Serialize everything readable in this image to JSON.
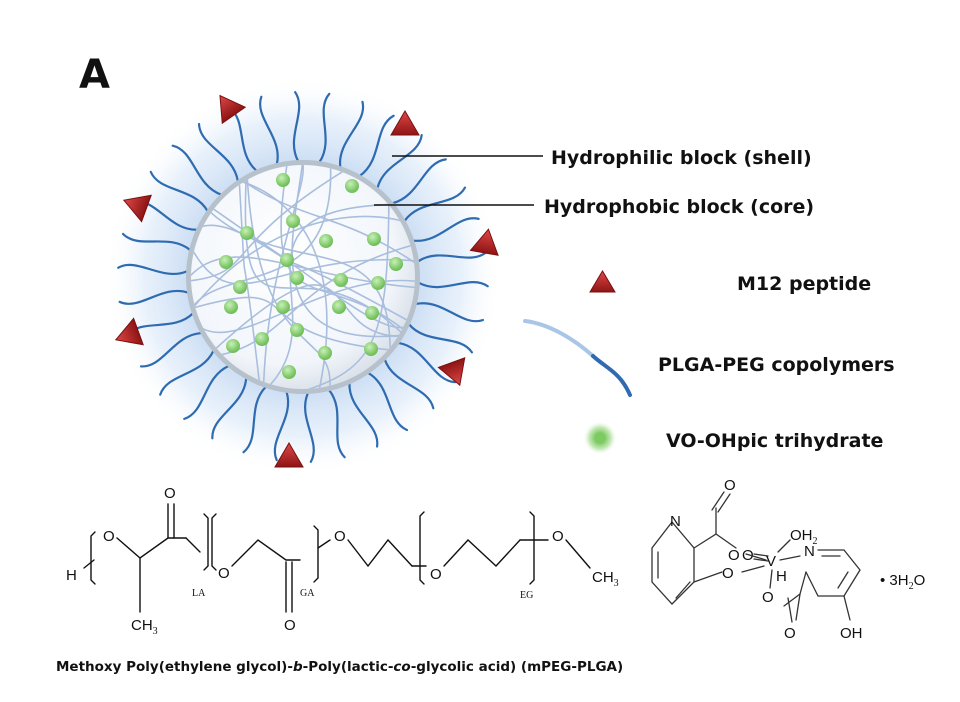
{
  "panel_letter": "A",
  "labels": {
    "hydrophilic": "Hydrophilic block (shell)",
    "hydrophobic": "Hydrophobic block (core)"
  },
  "legend": {
    "peptide": "M12 peptide",
    "copolymer": "PLGA-PEG copolymers",
    "drug": "VO-OHpic trihydrate"
  },
  "polymer_structure": {
    "h": "H",
    "o": "O",
    "ch3": "CH",
    "sub3": "3",
    "la": "LA",
    "ga": "GA",
    "eg": "EG"
  },
  "vo_structure": {
    "n": "N",
    "o": "O",
    "v": "V",
    "h": "H",
    "oh2": "OH",
    "sub2": "2",
    "oh": "OH",
    "hydrate": "• 3H",
    "hydrate_o": "O"
  },
  "caption": {
    "p1": "Methoxy Poly(ethylene glycol)-",
    "b": "b",
    "p2": "-Poly(lactic-",
    "co": "co",
    "p3": "-glycolic acid) (mPEG-PLGA)"
  },
  "colors": {
    "peptide": "#b41e1e",
    "shell_chain": "#2e6bb0",
    "core_mesh": "#a9bedd",
    "drug": "#8fd47a",
    "halo": "#cfe0f5"
  }
}
